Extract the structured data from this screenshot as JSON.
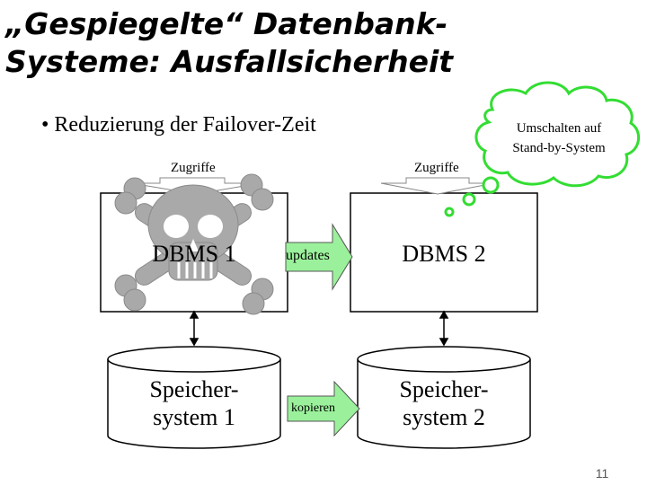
{
  "slide": {
    "title_line1": "„Gespiegelte“ Datenbank-",
    "title_line2": "Systeme: Ausfallsicherheit",
    "bullet": "• Reduzierung der Failover-Zeit",
    "page_number": "11"
  },
  "diagram": {
    "access_label_left": "Zugriffe",
    "access_label_right": "Zugriffe",
    "dbms_left": "DBMS 1",
    "dbms_right": "DBMS 2",
    "updates_label": "updates",
    "copy_label": "kopieren",
    "storage_left_line1": "Speicher-",
    "storage_left_line2": "system 1",
    "storage_right_line1": "Speicher-",
    "storage_right_line2": "system 2",
    "thought_line1": "Umschalten auf",
    "thought_line2": "Stand-by-System",
    "failure_icon": "skull-crossbones-icon",
    "colors": {
      "arrow_fill": "#9bf19b",
      "thought_stroke": "#33dd33",
      "skull": "#a9a9a9"
    }
  }
}
